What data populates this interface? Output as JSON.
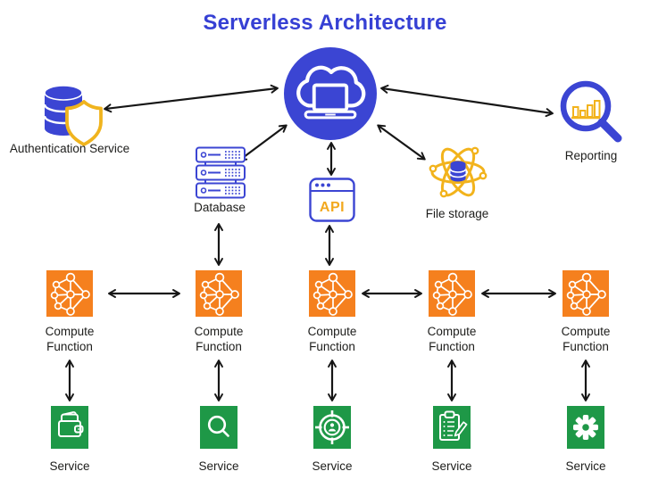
{
  "title": "Serverless Architecture",
  "colors": {
    "primary_blue": "#3B45D3",
    "title_blue": "#3640D4",
    "accent_yellow": "#F2B31C",
    "api_text_yellow": "#F2A81E",
    "compute_orange": "#F5801E",
    "service_green": "#1E9847",
    "arrow_black": "#161616",
    "label_text": "#1D1D1B"
  },
  "hub": {
    "icon": "cloud-laptop-icon"
  },
  "nodes": {
    "authentication": {
      "label": "Authentication Service",
      "icon": "database-shield-icon"
    },
    "reporting": {
      "label": "Reporting",
      "icon": "magnifier-chart-icon"
    },
    "database": {
      "label": "Database",
      "icon": "server-rack-icon"
    },
    "api": {
      "label": "API",
      "icon": "browser-window-icon"
    },
    "file_storage": {
      "label": "File storage",
      "icon": "atom-database-icon"
    }
  },
  "compute_row": [
    {
      "label": "Compute Function",
      "icon": "network-graph-icon"
    },
    {
      "label": "Compute Function",
      "icon": "network-graph-icon"
    },
    {
      "label": "Compute Function",
      "icon": "network-graph-icon"
    },
    {
      "label": "Compute Function",
      "icon": "network-graph-icon"
    },
    {
      "label": "Compute Function",
      "icon": "network-graph-icon"
    }
  ],
  "service_row": [
    {
      "label": "Service",
      "icon": "wallet-icon"
    },
    {
      "label": "Service",
      "icon": "search-icon"
    },
    {
      "label": "Service",
      "icon": "target-user-icon"
    },
    {
      "label": "Service",
      "icon": "checklist-pencil-icon"
    },
    {
      "label": "Service",
      "icon": "gear-icon"
    }
  ],
  "connections": [
    {
      "from": "authentication-service",
      "to": "cloud-hub",
      "bidirectional": true
    },
    {
      "from": "cloud-hub",
      "to": "reporting",
      "bidirectional": true
    },
    {
      "from": "cloud-hub",
      "to": "database",
      "bidirectional": true
    },
    {
      "from": "cloud-hub",
      "to": "api",
      "bidirectional": true
    },
    {
      "from": "cloud-hub",
      "to": "file-storage",
      "bidirectional": true
    },
    {
      "from": "database",
      "to": "compute-function-2",
      "bidirectional": true
    },
    {
      "from": "api",
      "to": "compute-function-3",
      "bidirectional": true
    },
    {
      "from": "compute-function-1",
      "to": "compute-function-2",
      "bidirectional": true
    },
    {
      "from": "compute-function-3",
      "to": "compute-function-4",
      "bidirectional": true
    },
    {
      "from": "compute-function-4",
      "to": "compute-function-5",
      "bidirectional": true
    },
    {
      "from": "compute-function-1",
      "to": "service-1",
      "bidirectional": true
    },
    {
      "from": "compute-function-2",
      "to": "service-2",
      "bidirectional": true
    },
    {
      "from": "compute-function-3",
      "to": "service-3",
      "bidirectional": true
    },
    {
      "from": "compute-function-4",
      "to": "service-4",
      "bidirectional": true
    },
    {
      "from": "compute-function-5",
      "to": "service-5",
      "bidirectional": true
    }
  ]
}
